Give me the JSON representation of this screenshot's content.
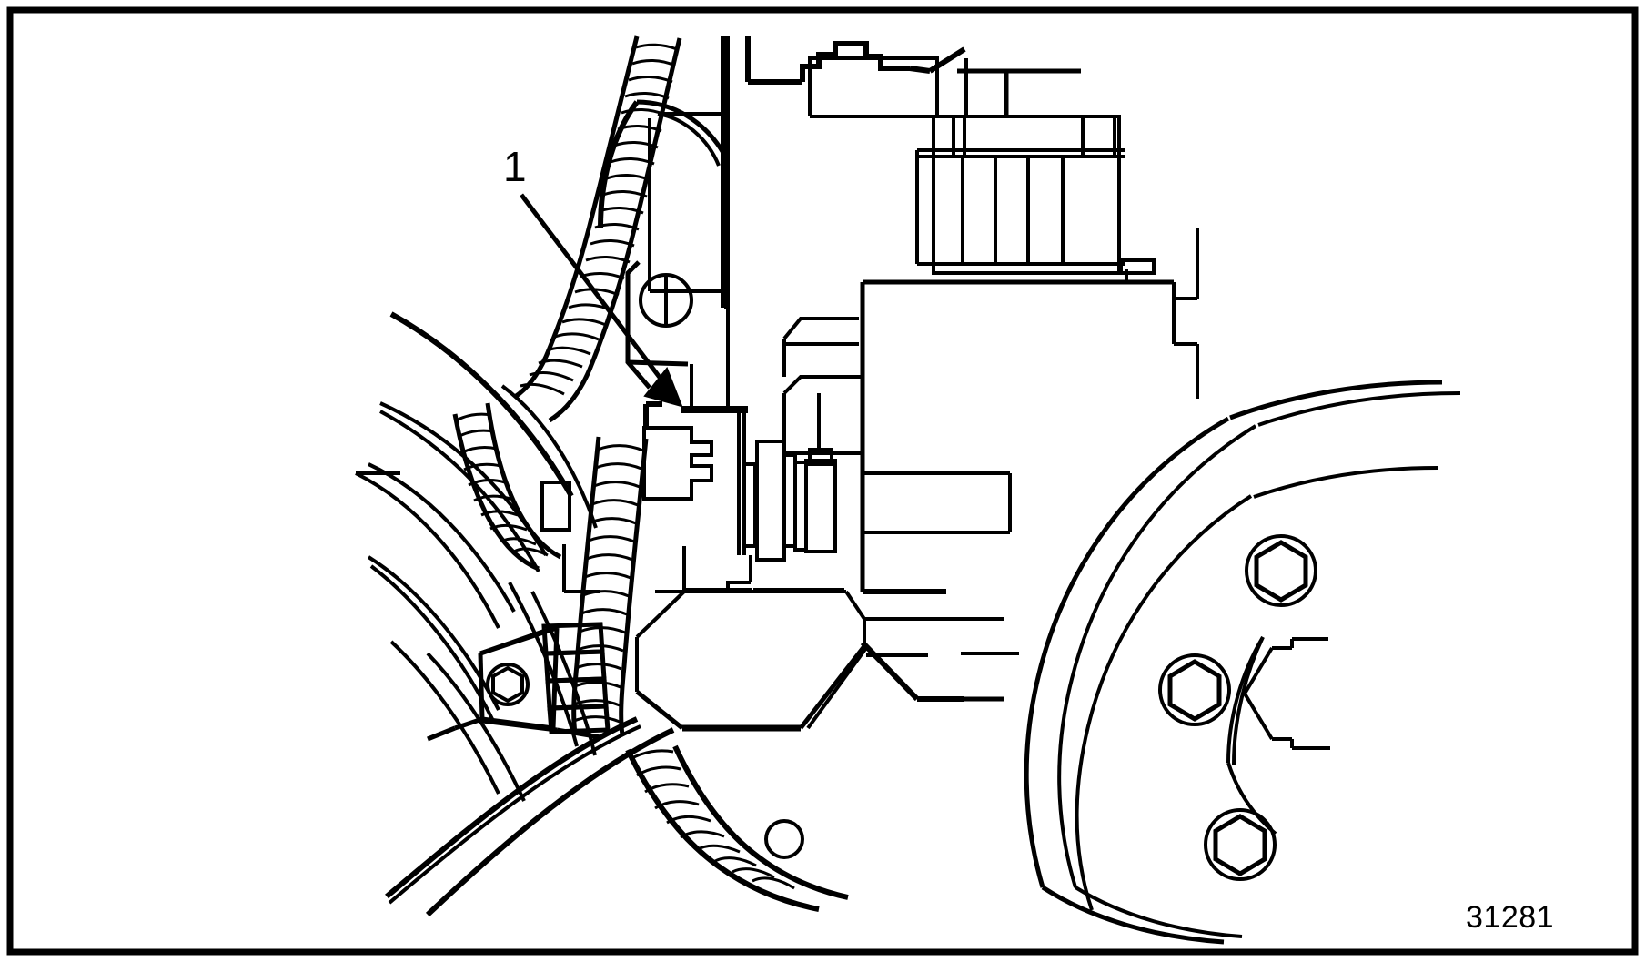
{
  "figure": {
    "number": "31281",
    "border_color": "#000000",
    "line_color": "#000000",
    "background_color": "#ffffff"
  },
  "callouts": [
    {
      "id": "1",
      "label": "1",
      "target": "electrical-connector",
      "leader_from": [
        573,
        215
      ],
      "leader_to": [
        745,
        440
      ]
    }
  ],
  "parts": {
    "corrugated_conduit": "corrugated-wiring-harness-conduit",
    "connector": "electrical-connector",
    "ribbed_housing": "ribbed-cylindrical-housing",
    "wheel_hub": "wheel-hub-with-hex-bolts",
    "cable_clamp": "cable-clamp-bracket",
    "mounting_bolt": "hex-head-mounting-bolt"
  }
}
